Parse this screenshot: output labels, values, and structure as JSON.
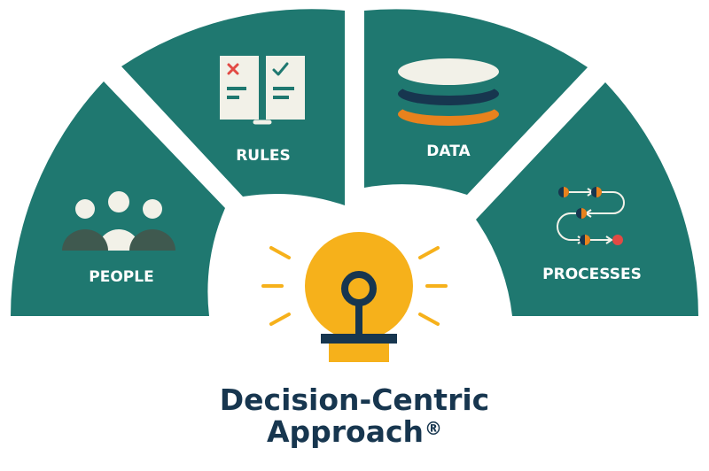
{
  "segments": [
    {
      "id": "people",
      "label": "PEOPLE"
    },
    {
      "id": "rules",
      "label": "RULES"
    },
    {
      "id": "data",
      "label": "DATA"
    },
    {
      "id": "processes",
      "label": "PROCESSES"
    }
  ],
  "title": {
    "line1": "Decision-Centric",
    "line2": "Approach",
    "mark": "®"
  },
  "colors": {
    "teal": "#1f7870",
    "navy": "#17364f",
    "orange": "#e8821d",
    "yellow": "#f6b11b",
    "red": "#e24a44",
    "dark_green": "#3f594f",
    "cream": "#f2f1e8"
  },
  "icons": {
    "people": "people-group-icon",
    "rules": "rules-book-icon",
    "data": "database-stack-icon",
    "processes": "process-flow-icon",
    "center": "lightbulb-icon"
  }
}
